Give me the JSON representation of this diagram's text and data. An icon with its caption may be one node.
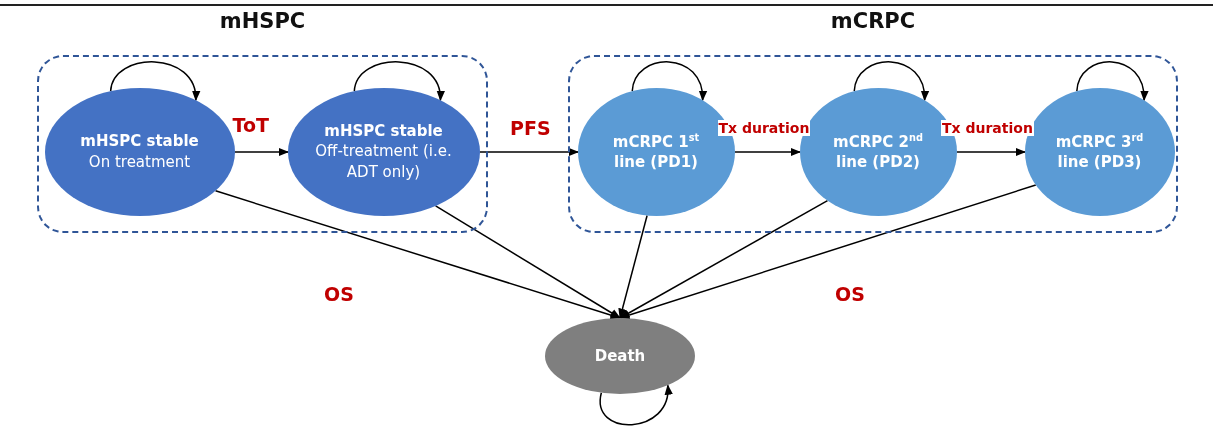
{
  "diagram": {
    "nodes": [
      {
        "text": [
          "mHSPC"
        ]
      },
      {
        "text": [
          "mHSPC stable",
          "On treatment"
        ],
        "in": 0
      },
      {
        "text": [
          "mHSPC stable",
          "Off-treatment (i.e. ADT only)"
        ],
        "in": 0
      },
      {
        "text": [
          "mCRPC"
        ]
      },
      {
        "text": [
          "mCRPC 1$^{st}$ line (PD1)"
        ],
        "in": 3
      },
      {
        "text": [
          "mCRPC 2$^{nd}$ line (PD2)"
        ],
        "in": 3
      },
      {
        "text": [
          "mCRPC 3$^{rd}$ line (PD3)"
        ],
        "in": 3
      },
      {
        "text": [
          "Death"
        ]
      }
    ],
    "edges": [
      {
        "from": 1,
        "to": 1,
        "arrow": "to"
      },
      {
        "from": 2,
        "to": 2,
        "arrow": "to"
      },
      {
        "from": 4,
        "to": 4,
        "arrow": "to"
      },
      {
        "from": 5,
        "to": 5,
        "arrow": "to"
      },
      {
        "from": 6,
        "to": 6,
        "arrow": "to"
      },
      {
        "from": 1,
        "to": 2,
        "arrow": "to",
        "label": "ToT"
      },
      {
        "from": 2,
        "to": 4,
        "arrow": "to",
        "label": "PFS"
      },
      {
        "from": 4,
        "to": 5,
        "arrow": "to",
        "label": "Tx duration"
      },
      {
        "from": 5,
        "to": 6,
        "arrow": "to",
        "label": "Tx duration"
      },
      {
        "from": 1,
        "to": 7,
        "arrow": "to"
      },
      {
        "from": 2,
        "to": 7,
        "arrow": "to"
      },
      {
        "from": 4,
        "to": 7,
        "arrow": "to"
      },
      {
        "from": 5,
        "to": 7,
        "arrow": "to"
      },
      {
        "from": 6,
        "to": 7,
        "arrow": "to"
      },
      {
        "from": 7,
        "to": 7,
        "arrow": "to"
      }
    ],
    "labels": [
      "OS",
      "OS"
    ]
  }
}
